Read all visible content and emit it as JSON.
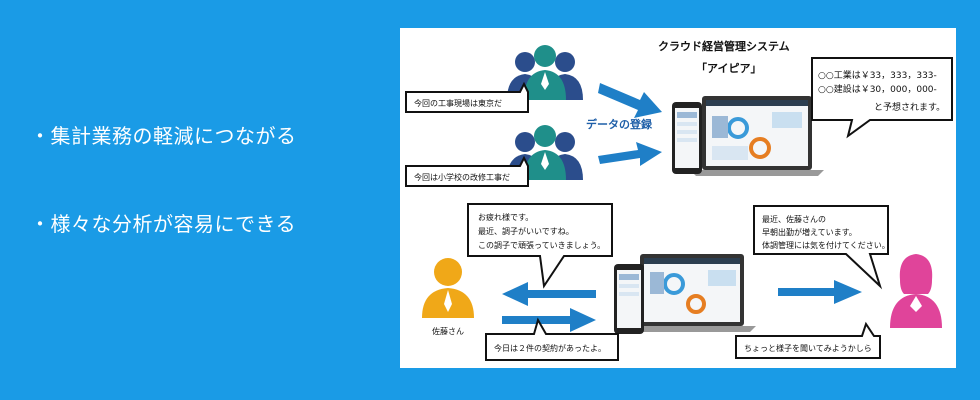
{
  "bullets": [
    "・集計業務の軽減につながる",
    "・様々な分析が容易にできる"
  ],
  "system": {
    "title_line1": "クラウド経営管理システム",
    "title_line2": "「アイピア」"
  },
  "data_entry_label": "データの登録",
  "speech": {
    "top1": "今回の工事現場は東京だ",
    "top2": "今回は小学校の改修工事だ",
    "forecast_line1": "○○工業は￥33，333，333-",
    "forecast_line2": "○○建設は￥30，000，000-",
    "forecast_line3": "と予想されます。",
    "sato_line1": "お疲れ様です。",
    "sato_line2": "最近、調子がいいですね。",
    "sato_line3": "この調子で頑張っていきましょう。",
    "contract": "今日は２件の契約があったよ。",
    "manager_line1": "最近、佐藤さんの",
    "manager_line2": "早朝出勤が増えています。",
    "manager_line3": "体調管理には気を付けてください。",
    "bottom_right": "ちょっと様子を聞いてみようかしら"
  },
  "people": {
    "sato_name": "佐藤さん"
  },
  "colors": {
    "background": "#1a9be6",
    "arrow": "#1f7fc7",
    "team": "#1f8f8a",
    "sato": "#f0a818",
    "manager": "#e0449a"
  }
}
